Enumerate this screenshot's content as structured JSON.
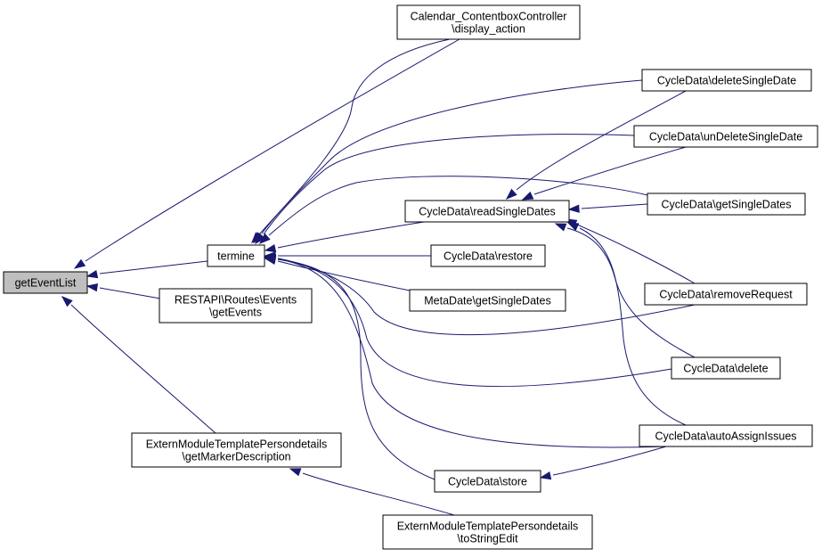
{
  "graph": {
    "edge_color": "#191970",
    "root_fill": "#bfbfbf",
    "nodes": [
      {
        "id": "getEventList",
        "lines": [
          "getEventList"
        ]
      },
      {
        "id": "termine",
        "lines": [
          "termine"
        ]
      },
      {
        "id": "calendar_display",
        "lines": [
          "Calendar_ContentboxController",
          "\\display_action"
        ]
      },
      {
        "id": "restapi_events",
        "lines": [
          "RESTAPI\\Routes\\Events",
          "\\getEvents"
        ]
      },
      {
        "id": "extern_marker",
        "lines": [
          "ExternModuleTemplatePersondetails",
          "\\getMarkerDescription"
        ]
      },
      {
        "id": "extern_tostring",
        "lines": [
          "ExternModuleTemplatePersondetails",
          "\\toStringEdit"
        ]
      },
      {
        "id": "cd_readSingleDates",
        "lines": [
          "CycleData\\readSingleDates"
        ]
      },
      {
        "id": "cd_restore",
        "lines": [
          "CycleData\\restore"
        ]
      },
      {
        "id": "md_getSingleDates",
        "lines": [
          "MetaDate\\getSingleDates"
        ]
      },
      {
        "id": "cd_store",
        "lines": [
          "CycleData\\store"
        ]
      },
      {
        "id": "cd_deleteSingleDate",
        "lines": [
          "CycleData\\deleteSingleDate"
        ]
      },
      {
        "id": "cd_unDeleteSingleDate",
        "lines": [
          "CycleData\\unDeleteSingleDate"
        ]
      },
      {
        "id": "cd_getSingleDates",
        "lines": [
          "CycleData\\getSingleDates"
        ]
      },
      {
        "id": "cd_removeRequest",
        "lines": [
          "CycleData\\removeRequest"
        ]
      },
      {
        "id": "cd_delete",
        "lines": [
          "CycleData\\delete"
        ]
      },
      {
        "id": "cd_autoAssignIssues",
        "lines": [
          "CycleData\\autoAssignIssues"
        ]
      }
    ],
    "edges": [
      {
        "from": "termine",
        "to": "getEventList"
      },
      {
        "from": "calendar_display",
        "to": "getEventList"
      },
      {
        "from": "restapi_events",
        "to": "getEventList"
      },
      {
        "from": "extern_marker",
        "to": "getEventList"
      },
      {
        "from": "extern_tostring",
        "to": "extern_marker"
      },
      {
        "from": "calendar_display",
        "to": "termine"
      },
      {
        "from": "cd_deleteSingleDate",
        "to": "termine"
      },
      {
        "from": "cd_unDeleteSingleDate",
        "to": "termine"
      },
      {
        "from": "cd_getSingleDates",
        "to": "termine"
      },
      {
        "from": "cd_readSingleDates",
        "to": "termine"
      },
      {
        "from": "cd_restore",
        "to": "termine"
      },
      {
        "from": "md_getSingleDates",
        "to": "termine"
      },
      {
        "from": "cd_removeRequest",
        "to": "termine"
      },
      {
        "from": "cd_delete",
        "to": "termine"
      },
      {
        "from": "cd_autoAssignIssues",
        "to": "termine"
      },
      {
        "from": "cd_store",
        "to": "termine"
      },
      {
        "from": "cd_deleteSingleDate",
        "to": "cd_readSingleDates"
      },
      {
        "from": "cd_unDeleteSingleDate",
        "to": "cd_readSingleDates"
      },
      {
        "from": "cd_getSingleDates",
        "to": "cd_readSingleDates"
      },
      {
        "from": "cd_removeRequest",
        "to": "cd_readSingleDates"
      },
      {
        "from": "cd_delete",
        "to": "cd_readSingleDates"
      },
      {
        "from": "cd_autoAssignIssues",
        "to": "cd_readSingleDates"
      },
      {
        "from": "cd_autoAssignIssues",
        "to": "cd_store"
      }
    ]
  }
}
